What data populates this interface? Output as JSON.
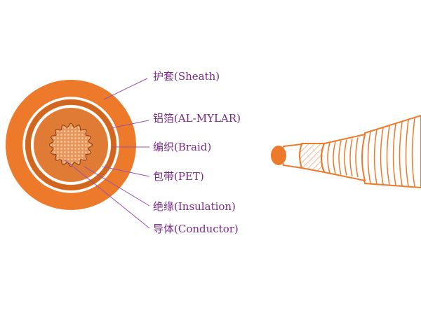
{
  "colors": {
    "sheath": "#ec7a2a",
    "sheath_dark": "#d0661f",
    "core": "#e07b35",
    "strand": "#f3b88a",
    "label_text": "#7b2a8c",
    "leader_line": "#9b4fae"
  },
  "labels": {
    "sheath": "护套(Sheath)",
    "al_mylar": "铝箔(AL-MYLAR)",
    "braid": "编织(Braid)",
    "pet": "包带(PET)",
    "insulation": "绝缘(Insulation)",
    "conductor": "导体(Conductor)"
  }
}
